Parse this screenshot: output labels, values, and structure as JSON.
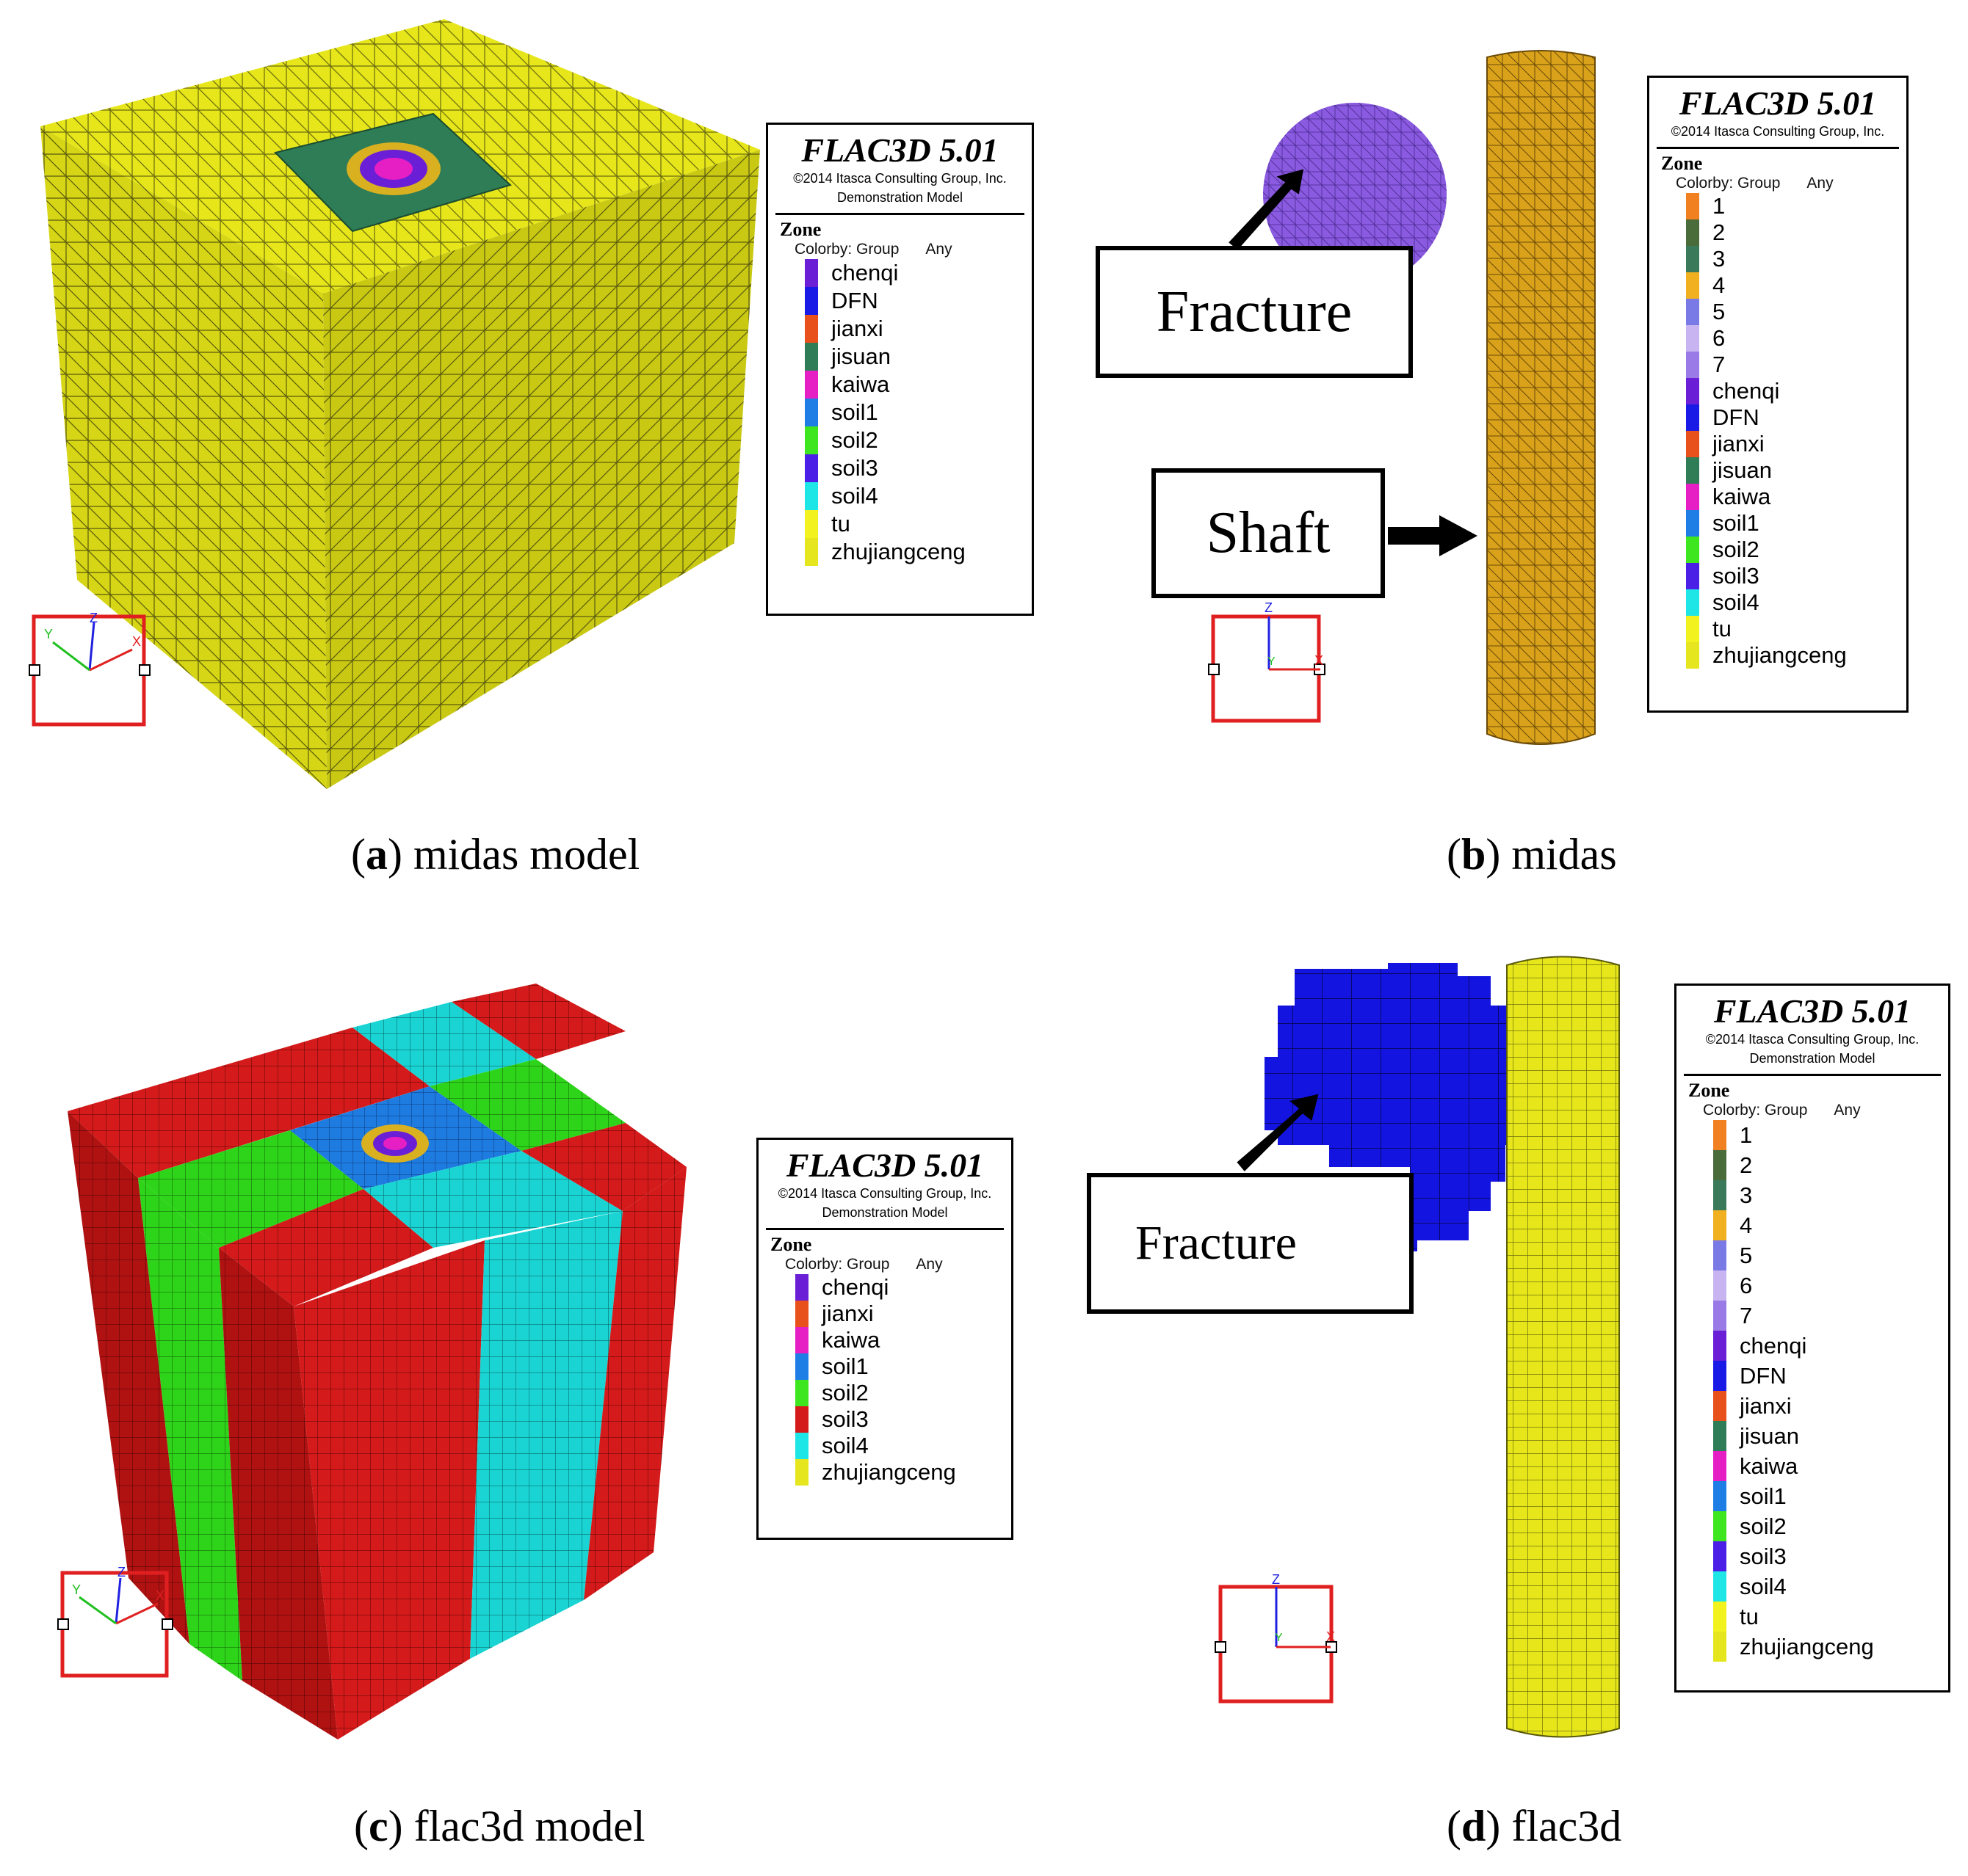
{
  "figure_a": {
    "legend": {
      "title": "FLAC3D 5.01",
      "copyright": "©2014 Itasca Consulting Group, Inc.",
      "subtitle": "Demonstration Model",
      "zone": "Zone",
      "colorby": "Colorby: Group",
      "any": "Any",
      "items": [
        {
          "label": "chenqi",
          "color": "#6a1fd6"
        },
        {
          "label": "DFN",
          "color": "#1a1ae6"
        },
        {
          "label": "jianxi",
          "color": "#e8501c"
        },
        {
          "label": "jisuan",
          "color": "#2e7d56"
        },
        {
          "label": "kaiwa",
          "color": "#e61fc4"
        },
        {
          "label": "soil1",
          "color": "#1f7ee6"
        },
        {
          "label": "soil2",
          "color": "#3ee61f"
        },
        {
          "label": "soil3",
          "color": "#4b1fe6"
        },
        {
          "label": "soil4",
          "color": "#1fe6e6"
        },
        {
          "label": "tu",
          "color": "#f2f21f"
        },
        {
          "label": "zhujiangceng",
          "color": "#e6e61f"
        }
      ]
    },
    "axes": {
      "z": "Z",
      "y": "Y",
      "x": "X"
    },
    "caption_letter": "a",
    "caption_text": " midas model"
  },
  "figure_b": {
    "legend": {
      "title": "FLAC3D 5.01",
      "copyright": "©2014 Itasca Consulting Group, Inc.",
      "zone": "Zone",
      "colorby": "Colorby: Group",
      "any": "Any",
      "items": [
        {
          "label": "1",
          "color": "#f08020"
        },
        {
          "label": "2",
          "color": "#4a6b3a"
        },
        {
          "label": "3",
          "color": "#3a7a5a"
        },
        {
          "label": "4",
          "color": "#f0b020"
        },
        {
          "label": "5",
          "color": "#7a7ae6"
        },
        {
          "label": "6",
          "color": "#c8b4f0"
        },
        {
          "label": "7",
          "color": "#9a7ae6"
        },
        {
          "label": "chenqi",
          "color": "#6a1fd6"
        },
        {
          "label": "DFN",
          "color": "#1a1ae6"
        },
        {
          "label": "jianxi",
          "color": "#e8501c"
        },
        {
          "label": "jisuan",
          "color": "#2e7d56"
        },
        {
          "label": "kaiwa",
          "color": "#e61fc4"
        },
        {
          "label": "soil1",
          "color": "#1f7ee6"
        },
        {
          "label": "soil2",
          "color": "#3ee61f"
        },
        {
          "label": "soil3",
          "color": "#4b1fe6"
        },
        {
          "label": "soil4",
          "color": "#1fe6e6"
        },
        {
          "label": "tu",
          "color": "#f2f21f"
        },
        {
          "label": "zhujiangceng",
          "color": "#e6e61f"
        }
      ]
    },
    "callouts": {
      "fracture": "Fracture",
      "shaft": "Shaft"
    },
    "axes": {
      "z": "Z",
      "y": "Y",
      "x": "X"
    },
    "caption_letter": "b",
    "caption_text": " midas"
  },
  "figure_c": {
    "legend": {
      "title": "FLAC3D 5.01",
      "copyright": "©2014 Itasca Consulting Group, Inc.",
      "subtitle": "Demonstration Model",
      "zone": "Zone",
      "colorby": "Colorby: Group",
      "any": "Any",
      "items": [
        {
          "label": "chenqi",
          "color": "#6a1fd6"
        },
        {
          "label": "jianxi",
          "color": "#e8501c"
        },
        {
          "label": "kaiwa",
          "color": "#e61fc4"
        },
        {
          "label": "soil1",
          "color": "#1f7ee6"
        },
        {
          "label": "soil2",
          "color": "#3ee61f"
        },
        {
          "label": "soil3",
          "color": "#d41a1a"
        },
        {
          "label": "soil4",
          "color": "#1fe6e6"
        },
        {
          "label": "zhujiangceng",
          "color": "#e6e61f"
        }
      ]
    },
    "axes": {
      "z": "Z",
      "y": "Y",
      "x": "X"
    },
    "caption_letter": "c",
    "caption_text": " flac3d model"
  },
  "figure_d": {
    "legend": {
      "title": "FLAC3D 5.01",
      "copyright": "©2014 Itasca Consulting Group, Inc.",
      "subtitle": "Demonstration Model",
      "zone": "Zone",
      "colorby": "Colorby: Group",
      "any": "Any",
      "items": [
        {
          "label": "1",
          "color": "#f08020"
        },
        {
          "label": "2",
          "color": "#4a6b3a"
        },
        {
          "label": "3",
          "color": "#3a7a5a"
        },
        {
          "label": "4",
          "color": "#f0b020"
        },
        {
          "label": "5",
          "color": "#7a7ae6"
        },
        {
          "label": "6",
          "color": "#c8b4f0"
        },
        {
          "label": "7",
          "color": "#9a7ae6"
        },
        {
          "label": "chenqi",
          "color": "#6a1fd6"
        },
        {
          "label": "DFN",
          "color": "#1a1ae6"
        },
        {
          "label": "jianxi",
          "color": "#e8501c"
        },
        {
          "label": "jisuan",
          "color": "#2e7d56"
        },
        {
          "label": "kaiwa",
          "color": "#e61fc4"
        },
        {
          "label": "soil1",
          "color": "#1f7ee6"
        },
        {
          "label": "soil2",
          "color": "#3ee61f"
        },
        {
          "label": "soil3",
          "color": "#4b1fe6"
        },
        {
          "label": "soil4",
          "color": "#1fe6e6"
        },
        {
          "label": "tu",
          "color": "#f2f21f"
        },
        {
          "label": "zhujiangceng",
          "color": "#e6e61f"
        }
      ]
    },
    "callouts": {
      "fracture": "Fracture"
    },
    "axes": {
      "z": "Z",
      "y": "Y",
      "x": "X"
    },
    "caption_letter": "d",
    "caption_text": " flac3d"
  },
  "colors": {
    "mesh_yellow": "#e6e61a",
    "shaft_gold": "#d9a21a",
    "sphere_purple": "#8a5ae0",
    "block_blue": "#1414e0",
    "flac_red": "#d41a1a",
    "flac_green": "#2ed41a",
    "flac_cyan": "#1ad4d4",
    "axis_box_red": "#e02020"
  }
}
